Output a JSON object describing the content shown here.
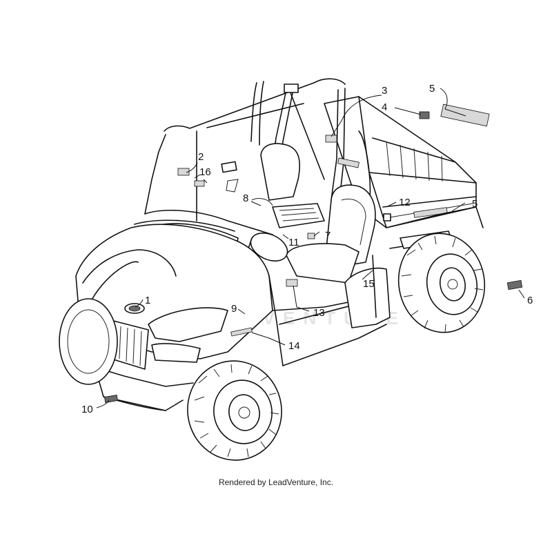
{
  "diagram": {
    "callouts": [
      {
        "id": "c1",
        "label": "1"
      },
      {
        "id": "c2",
        "label": "2"
      },
      {
        "id": "c3",
        "label": "3"
      },
      {
        "id": "c4",
        "label": "4"
      },
      {
        "id": "c5a",
        "label": "5"
      },
      {
        "id": "c5b",
        "label": "5"
      },
      {
        "id": "c6",
        "label": "6"
      },
      {
        "id": "c7",
        "label": "7"
      },
      {
        "id": "c8",
        "label": "8"
      },
      {
        "id": "c9",
        "label": "9"
      },
      {
        "id": "c10",
        "label": "10"
      },
      {
        "id": "c11",
        "label": "11"
      },
      {
        "id": "c12",
        "label": "12"
      },
      {
        "id": "c13",
        "label": "13"
      },
      {
        "id": "c14",
        "label": "14"
      },
      {
        "id": "c15",
        "label": "15"
      },
      {
        "id": "c16",
        "label": "16"
      }
    ],
    "watermark": "LEADVENTURE",
    "credit": "Rendered by LeadVenture, Inc."
  }
}
